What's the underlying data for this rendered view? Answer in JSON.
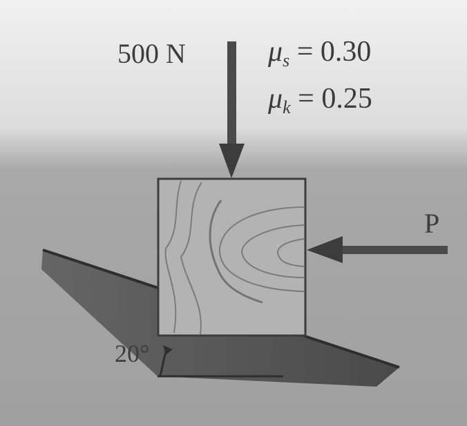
{
  "load": {
    "label": "500 N"
  },
  "friction": {
    "static": {
      "symbol": "μ",
      "subscript": "s",
      "relation": "= 0.30"
    },
    "kinetic": {
      "symbol": "μ",
      "subscript": "k",
      "relation": "= 0.25"
    }
  },
  "push_force": {
    "label": "P"
  },
  "incline": {
    "angle_label": "20°"
  },
  "colors": {
    "background_top": "#f1f1f1",
    "background_bottom": "#9a9a9a",
    "ink": "#3c3c3c",
    "block_fill": "#b3b3b3",
    "incline_fill": "#4a4a4a"
  }
}
